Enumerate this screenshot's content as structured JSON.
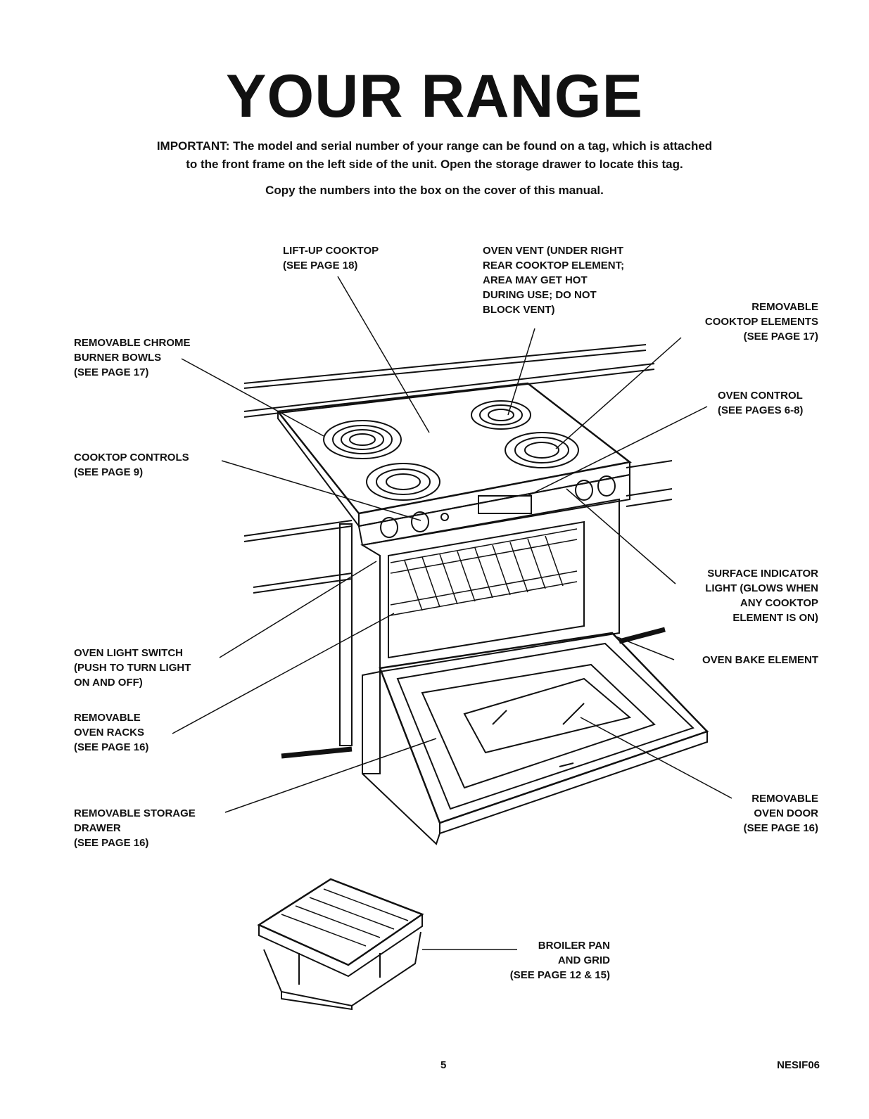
{
  "page": {
    "title": "YOUR RANGE",
    "important": {
      "lead": "IMPORTANT:",
      "line1": "The model and serial number of your range can be found on a tag, which is attached",
      "line2": "to the front frame on the left side of the unit.  Open the storage drawer to locate this tag.",
      "line3": "Copy the numbers into the box on the cover of this manual."
    },
    "page_number": "5",
    "doc_code": "NESIF06"
  },
  "labels": {
    "lift_up_cooktop": [
      "LIFT-UP COOKTOP",
      "(SEE PAGE 18)"
    ],
    "oven_vent": [
      "OVEN VENT (UNDER RIGHT",
      "REAR COOKTOP ELEMENT;",
      "AREA MAY GET HOT",
      "DURING USE; DO NOT",
      "BLOCK VENT)"
    ],
    "removable_cooktop_elements": [
      "REMOVABLE",
      "COOKTOP ELEMENTS",
      "(SEE PAGE 17)"
    ],
    "burner_bowls": [
      "REMOVABLE CHROME",
      "BURNER BOWLS",
      "(SEE PAGE 17)"
    ],
    "oven_control": [
      "OVEN CONTROL",
      "(SEE PAGES 6-8)"
    ],
    "cooktop_controls": [
      "COOKTOP CONTROLS",
      "(SEE PAGE 9)"
    ],
    "surface_indicator": [
      "SURFACE INDICATOR",
      "LIGHT (GLOWS WHEN",
      "ANY COOKTOP",
      "ELEMENT IS ON)"
    ],
    "oven_light_switch": [
      "OVEN LIGHT SWITCH",
      "(PUSH TO TURN LIGHT",
      "ON AND OFF)"
    ],
    "oven_bake_element": [
      "OVEN BAKE ELEMENT"
    ],
    "oven_racks": [
      "REMOVABLE",
      "OVEN RACKS",
      "(SEE PAGE 16)"
    ],
    "storage_drawer": [
      "REMOVABLE STORAGE",
      "DRAWER",
      "(SEE PAGE 16)"
    ],
    "oven_door": [
      "REMOVABLE",
      "OVEN DOOR",
      "(SEE PAGE 16)"
    ],
    "broiler_pan": [
      "BROILER PAN",
      "AND GRID",
      "(SEE PAGE 12 & 15)"
    ]
  },
  "colors": {
    "ink": "#111111",
    "paper": "#ffffff"
  }
}
